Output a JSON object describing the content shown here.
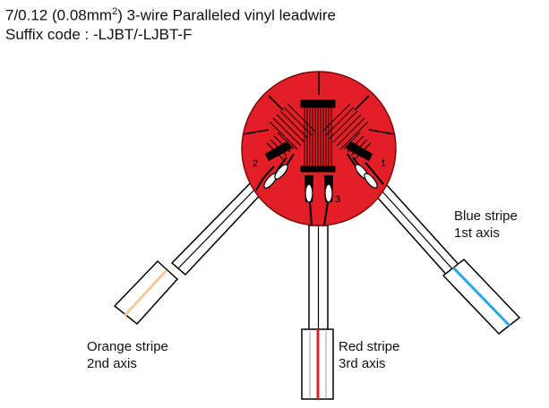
{
  "header": {
    "spec_prefix": "7/0.12 (0.08mm",
    "spec_sup": "2",
    "spec_suffix": ")  3-wire Paralleled vinyl leadwire",
    "suffix_code": "Suffix code : -LJBT/-LJBT-F"
  },
  "gauge": {
    "color": "#e21f26",
    "axis_numbers": [
      "1",
      "2",
      "3"
    ]
  },
  "wires": [
    {
      "name": "Blue stripe",
      "axis": "1st axis",
      "stripe_color": "#2aa6e0"
    },
    {
      "name": "Orange stripe",
      "axis": "2nd axis",
      "stripe_color": "#f3c99a"
    },
    {
      "name": "Red stripe",
      "axis": "3rd axis",
      "stripe_color": "#d6262c"
    }
  ]
}
